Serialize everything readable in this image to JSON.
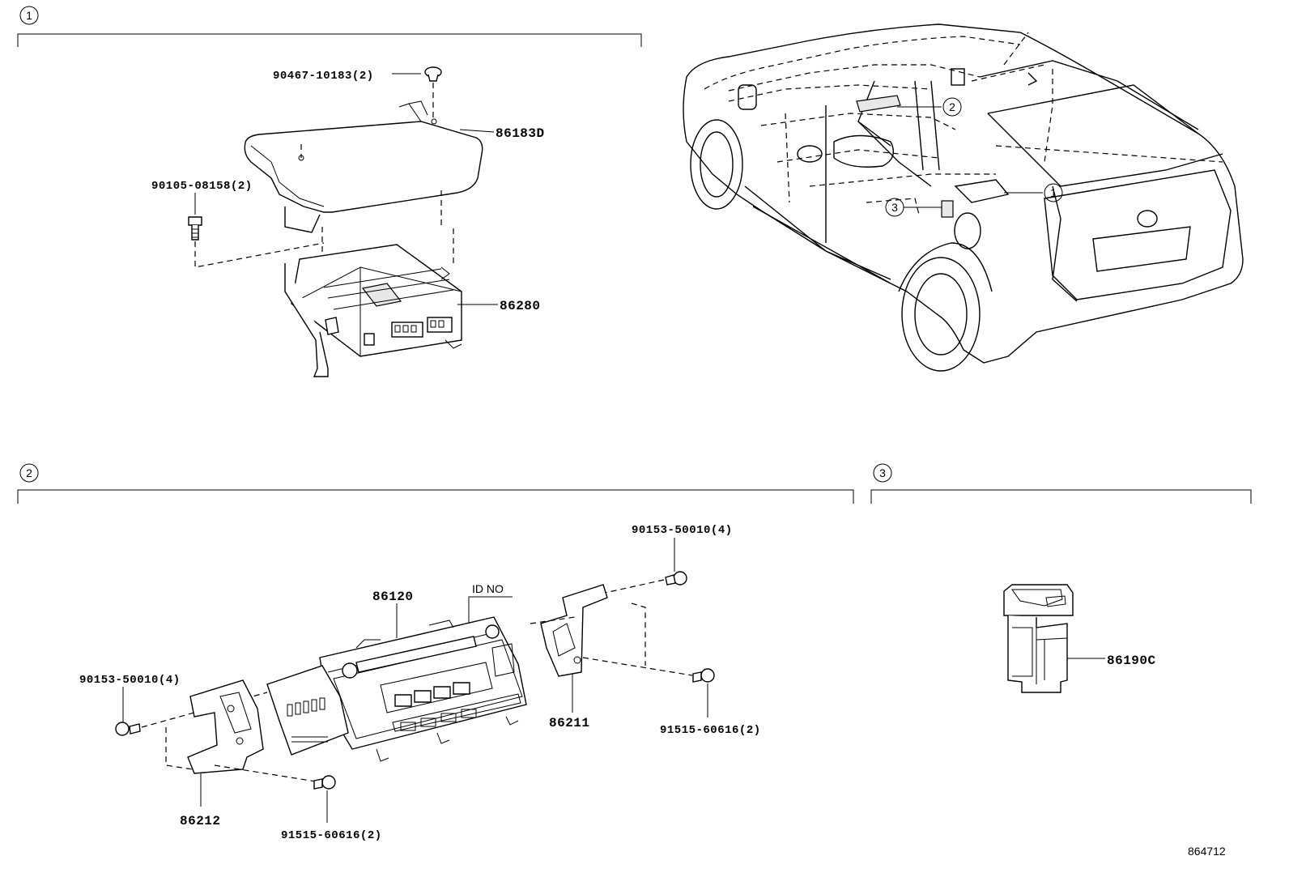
{
  "sections": [
    {
      "number": "1"
    },
    {
      "number": "2"
    },
    {
      "number": "3"
    }
  ],
  "parts": {
    "p90467": "90467-10183(2)",
    "p86183D": "86183D",
    "p90105": "90105-08158(2)",
    "p86280": "86280",
    "p90153_right": "90153-50010(4)",
    "p86120": "86120",
    "id_no": "ID NO",
    "p90153_left": "90153-50010(4)",
    "p86211": "86211",
    "p91515_right": "91515-60616(2)",
    "p86212": "86212",
    "p91515_bottom": "91515-60616(2)",
    "p86190C": "86190C"
  },
  "car_callouts": [
    "2",
    "1",
    "3"
  ],
  "reference_number": "864712"
}
